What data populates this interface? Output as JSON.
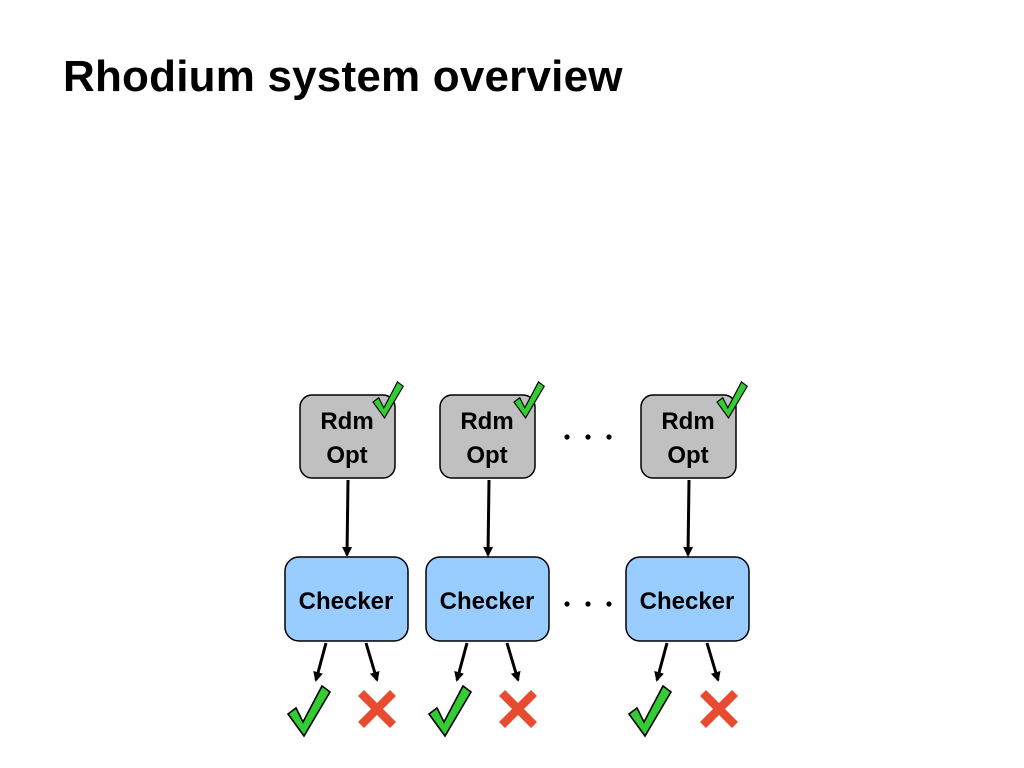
{
  "slide": {
    "title": "Rhodium system overview"
  },
  "diagram": {
    "columns": [
      {
        "optimizer": {
          "line1": "Rdm",
          "line2": "Opt",
          "status": "check-icon"
        },
        "checker": {
          "label": "Checker"
        },
        "outcomes": [
          "check-icon",
          "cross-icon"
        ]
      },
      {
        "optimizer": {
          "line1": "Rdm",
          "line2": "Opt",
          "status": "check-icon"
        },
        "checker": {
          "label": "Checker"
        },
        "outcomes": [
          "check-icon",
          "cross-icon"
        ]
      },
      {
        "optimizer": {
          "line1": "Rdm",
          "line2": "Opt",
          "status": "check-icon"
        },
        "checker": {
          "label": "Checker"
        },
        "outcomes": [
          "check-icon",
          "cross-icon"
        ]
      }
    ],
    "ellipsis": "...",
    "colors": {
      "optimizer_fill": "#c0c0c0",
      "checker_fill": "#99ccff",
      "check_fill": "#33cc33",
      "cross_fill": "#e84c30",
      "outline": "#000000"
    }
  }
}
